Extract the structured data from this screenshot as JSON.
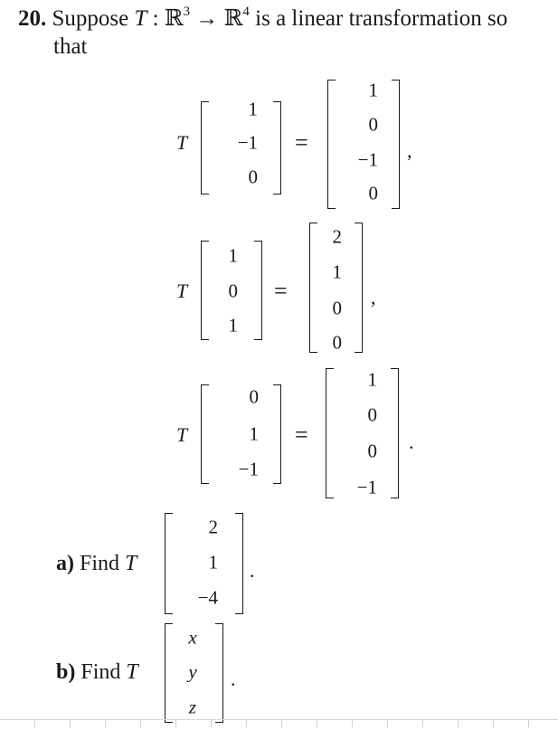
{
  "problem": {
    "number": "20.",
    "stem_prefix": "Suppose ",
    "map_symbol": "T",
    "colon": " : ",
    "domain_space": "ℝ",
    "domain_dim": "3",
    "arrow": " → ",
    "codomain_space": "ℝ",
    "codomain_dim": "4",
    "stem_suffix": " is a linear transformation so",
    "stem_line2": "that"
  },
  "equations": [
    {
      "T": "T",
      "input": [
        "1",
        "−1",
        "0"
      ],
      "equals": "=",
      "output": [
        "1",
        "0",
        "−1",
        "0"
      ],
      "punct": ","
    },
    {
      "T": "T",
      "input": [
        "1",
        "0",
        "1"
      ],
      "equals": "=",
      "output": [
        "2",
        "1",
        "0",
        "0"
      ],
      "punct": ","
    },
    {
      "T": "T",
      "input": [
        "0",
        "1",
        "−1"
      ],
      "equals": "=",
      "output": [
        "1",
        "0",
        "0",
        "−1"
      ],
      "punct": "."
    }
  ],
  "parts": [
    {
      "label": "a)",
      "text": "Find ",
      "T": "T",
      "vector": [
        "2",
        "1",
        "−4"
      ],
      "punct": "."
    },
    {
      "label": "b)",
      "text": "Find ",
      "T": "T",
      "vector": [
        "x",
        "y",
        "z"
      ],
      "punct": "."
    }
  ]
}
